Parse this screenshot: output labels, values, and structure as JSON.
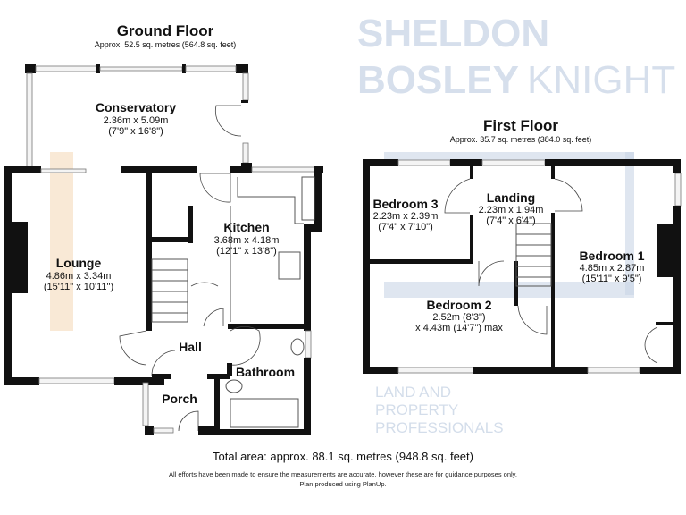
{
  "watermark": {
    "line1": "SHELDON",
    "line2": "BOSLEY",
    "line3": "KNIGHT",
    "tag1": "LAND AND",
    "tag2": "PROPERTY",
    "tag3": "PROFESSIONALS"
  },
  "ground_floor": {
    "title": "Ground Floor",
    "area": "Approx. 52.5 sq. metres (564.8 sq. feet)",
    "rooms": {
      "conservatory": {
        "name": "Conservatory",
        "metric": "2.36m x 5.09m",
        "imperial": "(7'9\" x 16'8\")"
      },
      "lounge": {
        "name": "Lounge",
        "metric": "4.86m x 3.34m",
        "imperial": "(15'11\" x 10'11\")"
      },
      "kitchen": {
        "name": "Kitchen",
        "metric": "3.68m x 4.18m",
        "imperial": "(12'1\" x 13'8\")"
      },
      "hall": {
        "name": "Hall"
      },
      "bathroom": {
        "name": "Bathroom"
      },
      "porch": {
        "name": "Porch"
      }
    }
  },
  "first_floor": {
    "title": "First Floor",
    "area": "Approx. 35.7 sq. metres (384.0 sq. feet)",
    "rooms": {
      "bedroom3": {
        "name": "Bedroom 3",
        "metric": "2.23m x 2.39m",
        "imperial": "(7'4\" x 7'10\")"
      },
      "landing": {
        "name": "Landing",
        "metric": "2.23m x 1.94m",
        "imperial": "(7'4\" x 6'4\")"
      },
      "bedroom1": {
        "name": "Bedroom 1",
        "metric": "4.85m x 2.87m",
        "imperial": "(15'11\" x 9'5\")"
      },
      "bedroom2": {
        "name": "Bedroom 2",
        "metric": "2.52m (8'3\")",
        "imperial": "x 4.43m (14'7\") max"
      }
    }
  },
  "footer": {
    "total": "Total area: approx. 88.1 sq. metres (948.8 sq. feet)",
    "disclaimer": "All efforts have been made to ensure the measurements are accurate, however these are for guidance purposes only.",
    "credit": "Plan produced using PlanUp."
  }
}
